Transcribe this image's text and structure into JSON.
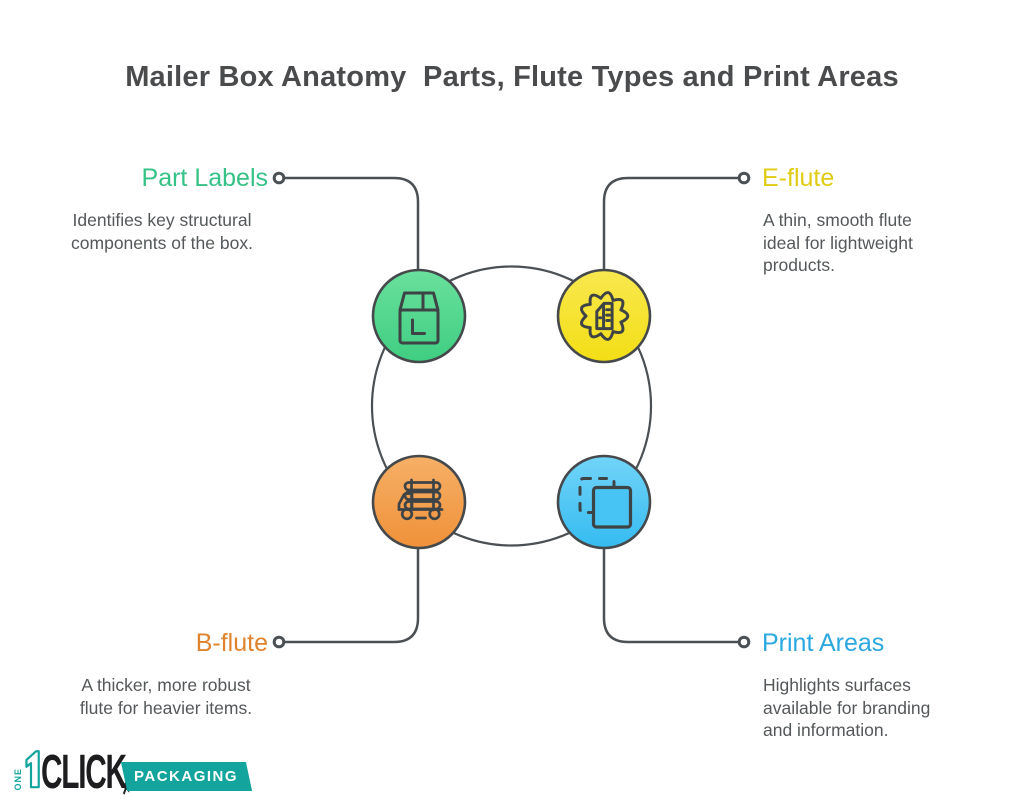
{
  "title": "Mailer Box Anatomy  Parts, Flute Types and Print Areas",
  "labels": {
    "part_labels": {
      "heading": "Part Labels",
      "description": "Identifies key structural\ncomponents of the box.",
      "icon": "box-icon",
      "accent_color": "#35c286",
      "node_color": "#45d186"
    },
    "e_flute": {
      "heading": "E-flute",
      "description": "A thin, smooth flute\nideal for lightweight\nproducts.",
      "icon": "gear-certificate-icon",
      "accent_color": "#e0cc12",
      "node_color": "#f4e22a"
    },
    "b_flute": {
      "heading": "B-flute",
      "description": "A thicker, more robust\nflute for heavier items.",
      "icon": "log-truck-icon",
      "accent_color": "#e0832e",
      "node_color": "#f29c4e"
    },
    "print_areas": {
      "heading": "Print Areas",
      "description": "Highlights surfaces\navailable for branding\nand information.",
      "icon": "print-area-selection-icon",
      "accent_color": "#2ba8e0",
      "node_color": "#41c1f1"
    }
  },
  "colors": {
    "title_text": "#4a4b4d",
    "body_text": "#54585a",
    "connector_line": "#4b5054",
    "logo_teal": "#14a49e",
    "logo_black": "#1d1d1f"
  },
  "logo": {
    "one": "ONE",
    "click": "CLIC",
    "k": "K",
    "packaging": "PACKAGING"
  }
}
